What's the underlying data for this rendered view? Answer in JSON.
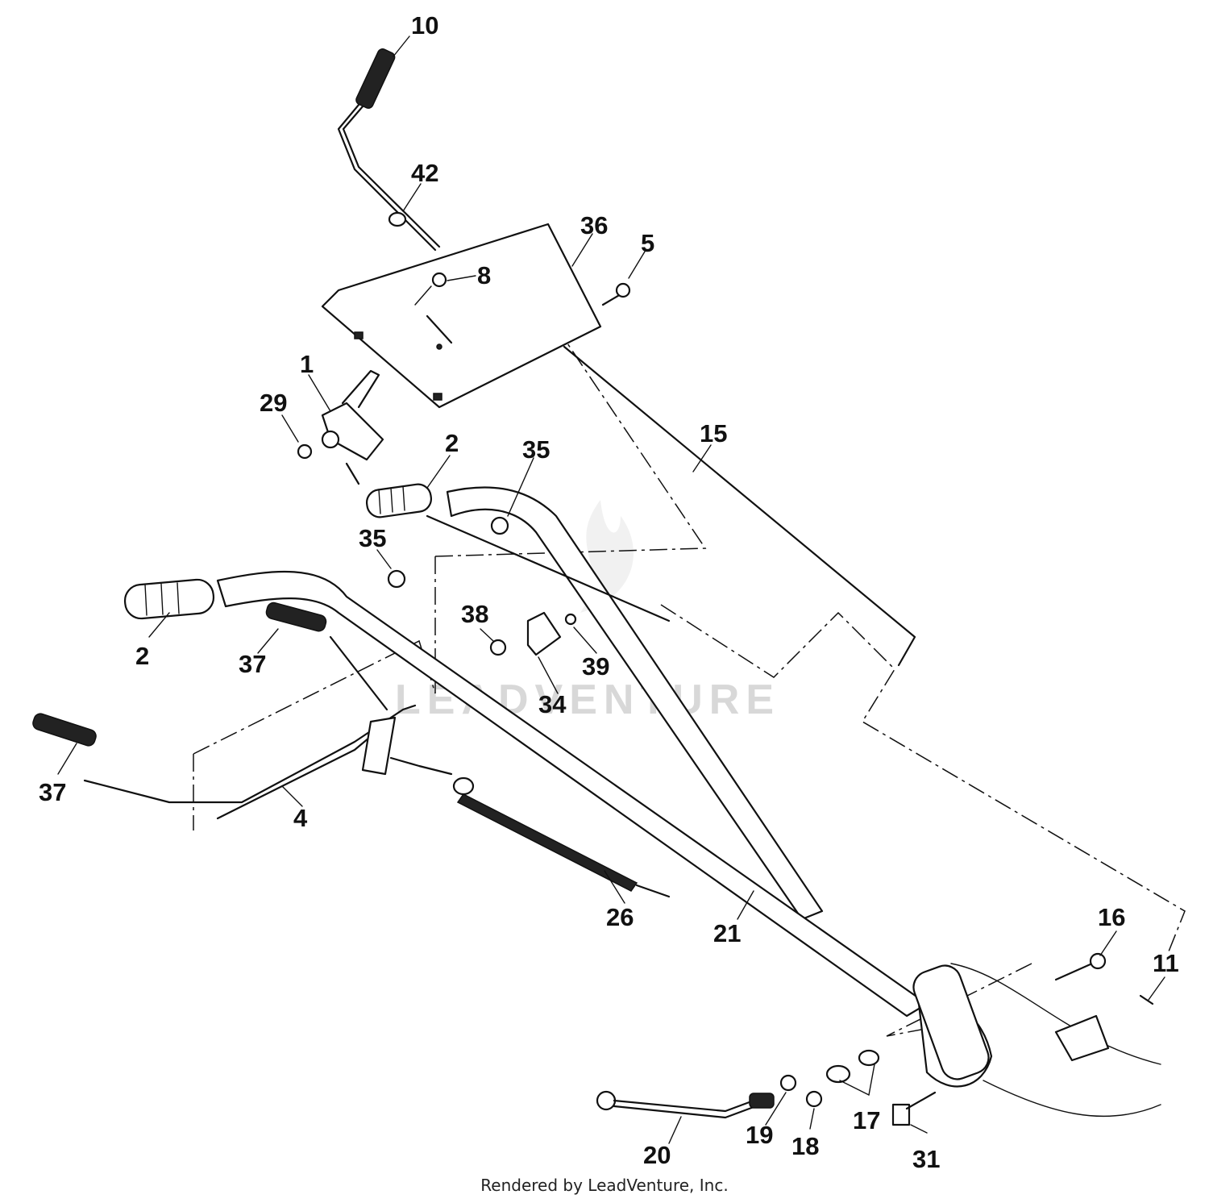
{
  "diagram": {
    "callouts": [
      {
        "id": "c10",
        "label": "10"
      },
      {
        "id": "c42",
        "label": "42"
      },
      {
        "id": "c36",
        "label": "36"
      },
      {
        "id": "c5",
        "label": "5"
      },
      {
        "id": "c8",
        "label": "8"
      },
      {
        "id": "c1",
        "label": "1"
      },
      {
        "id": "c29",
        "label": "29"
      },
      {
        "id": "c2a",
        "label": "2"
      },
      {
        "id": "c35a",
        "label": "35"
      },
      {
        "id": "c15",
        "label": "15"
      },
      {
        "id": "c35b",
        "label": "35"
      },
      {
        "id": "c2b",
        "label": "2"
      },
      {
        "id": "c37a",
        "label": "37"
      },
      {
        "id": "c38",
        "label": "38"
      },
      {
        "id": "c39",
        "label": "39"
      },
      {
        "id": "c34",
        "label": "34"
      },
      {
        "id": "c37b",
        "label": "37"
      },
      {
        "id": "c4",
        "label": "4"
      },
      {
        "id": "c26",
        "label": "26"
      },
      {
        "id": "c21",
        "label": "21"
      },
      {
        "id": "c16",
        "label": "16"
      },
      {
        "id": "c11",
        "label": "11"
      },
      {
        "id": "c17",
        "label": "17"
      },
      {
        "id": "c19",
        "label": "19"
      },
      {
        "id": "c18",
        "label": "18"
      },
      {
        "id": "c31",
        "label": "31"
      },
      {
        "id": "c20",
        "label": "20"
      }
    ],
    "watermark": "LEADVENTURE",
    "footer": "Rendered by LeadVenture, Inc."
  }
}
